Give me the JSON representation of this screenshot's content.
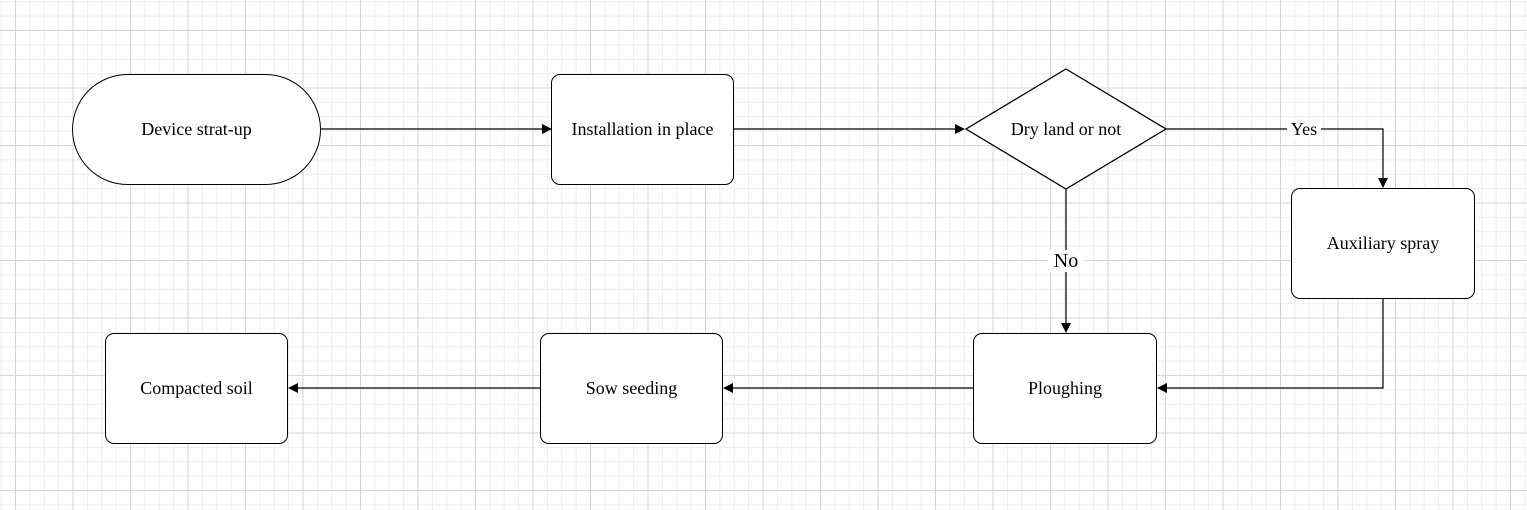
{
  "nodes": {
    "start": "Device strat-up",
    "installation": "Installation in place",
    "decision": "Dry land or not",
    "spray": "Auxiliary spray",
    "ploughing": "Ploughing",
    "sow": "Sow seeding",
    "compacted": "Compacted soil"
  },
  "edges": {
    "yes": "Yes",
    "no": "No"
  },
  "colors": {
    "stroke": "#000000",
    "fill": "#ffffff",
    "grid_major": "#d4d4d4",
    "grid_minor": "#eeeeee"
  }
}
